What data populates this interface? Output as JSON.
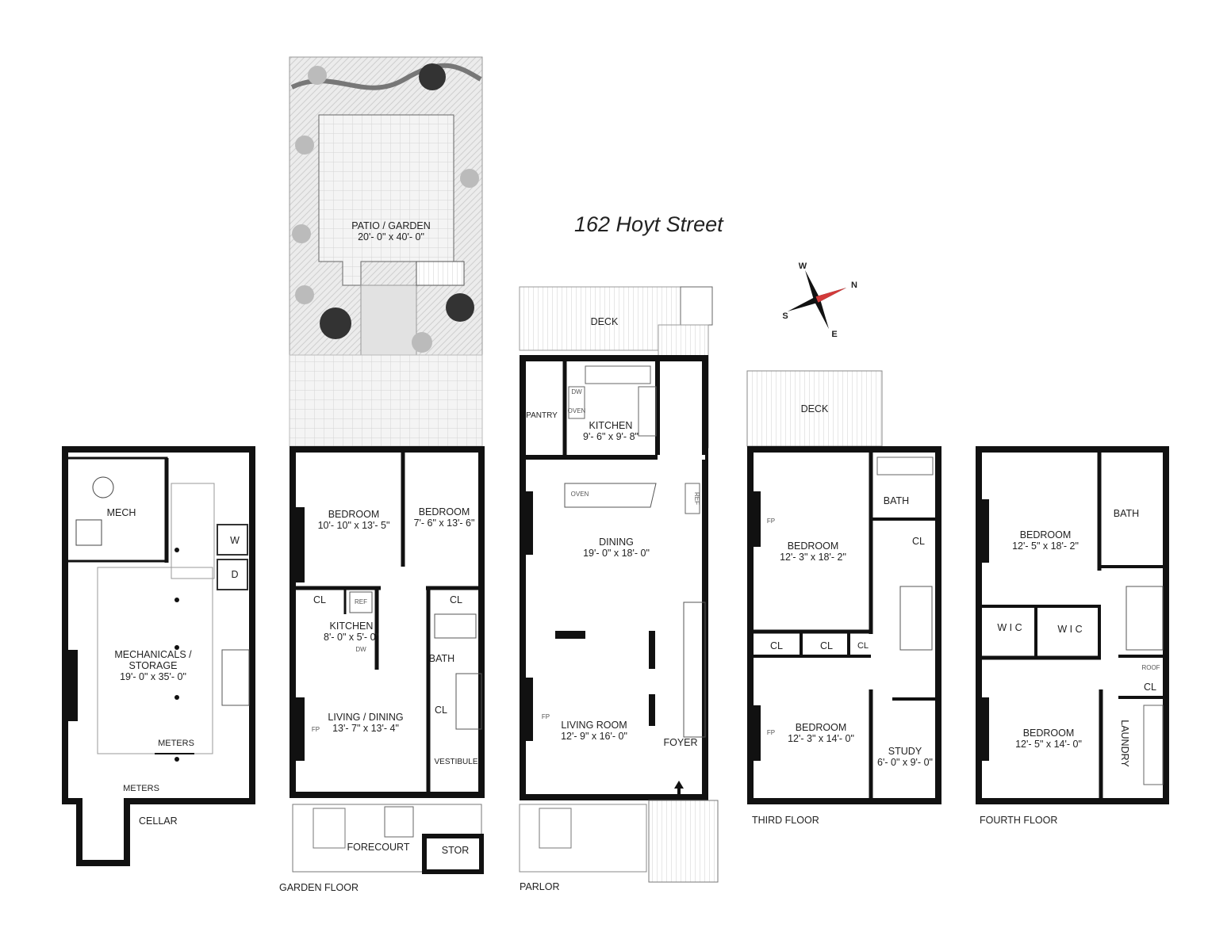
{
  "title": "162 Hoyt Street",
  "compass": {
    "w": "W",
    "n": "N",
    "s": "S",
    "e": "E",
    "accent": "#d23a3a"
  },
  "floors": {
    "cellar": {
      "label": "CELLAR",
      "rooms": [
        {
          "name": "MECH"
        },
        {
          "name": "MECHANICALS /",
          "name2": "STORAGE",
          "dim": "19'- 0\" x 35'- 0\""
        },
        {
          "name": "METERS"
        },
        {
          "name": "METERS"
        }
      ],
      "fixtures": {
        "washer": "W",
        "dryer": "D"
      }
    },
    "garden": {
      "label": "GARDEN FLOOR",
      "rooms": [
        {
          "name": "PATIO / GARDEN",
          "dim": "20'- 0\" x 40'- 0\""
        },
        {
          "name": "BEDROOM",
          "dim": "10'- 10\" x 13'- 5\""
        },
        {
          "name": "BEDROOM",
          "dim": "7'- 6\" x 13'- 6\""
        },
        {
          "name": "CL"
        },
        {
          "name": "CL"
        },
        {
          "name": "KITCHEN",
          "dim": "8'- 0\" x 5'- 0\""
        },
        {
          "name": "BATH"
        },
        {
          "name": "CL"
        },
        {
          "name": "LIVING / DINING",
          "dim": "13'- 7\" x 13'- 4\""
        },
        {
          "name": "VESTIBULE"
        },
        {
          "name": "FORECOURT"
        },
        {
          "name": "STOR"
        }
      ],
      "fixtures": {
        "ref": "REF",
        "dw": "DW",
        "fp": "FP"
      }
    },
    "parlor": {
      "label": "PARLOR",
      "rooms": [
        {
          "name": "DECK"
        },
        {
          "name": "PANTRY"
        },
        {
          "name": "KITCHEN",
          "dim": "9'- 6\" x 9'- 8\""
        },
        {
          "name": "DINING",
          "dim": "19'- 0\" x 18'- 0\""
        },
        {
          "name": "LIVING ROOM",
          "dim": "12'- 9\" x 16'- 0\""
        },
        {
          "name": "FOYER"
        }
      ],
      "fixtures": {
        "dw": "DW",
        "oven": "OVEN",
        "oven2": "OVEN",
        "ref": "REF",
        "fp": "FP"
      }
    },
    "third": {
      "label": "THIRD FLOOR",
      "rooms": [
        {
          "name": "DECK"
        },
        {
          "name": "BEDROOM",
          "dim": "12'- 3\" x 18'- 2\""
        },
        {
          "name": "BATH"
        },
        {
          "name": "CL"
        },
        {
          "name": "CL"
        },
        {
          "name": "CL"
        },
        {
          "name": "CL"
        },
        {
          "name": "BEDROOM",
          "dim": "12'- 3\" x 14'- 0\""
        },
        {
          "name": "STUDY",
          "dim": "6'- 0\" x 9'- 0\""
        }
      ],
      "fixtures": {
        "fp": "FP",
        "fp2": "FP"
      }
    },
    "fourth": {
      "label": "FOURTH  FLOOR",
      "rooms": [
        {
          "name": "BEDROOM",
          "dim": "12'- 5\" x 18'- 2\""
        },
        {
          "name": "BATH"
        },
        {
          "name": "W I C"
        },
        {
          "name": "W I C"
        },
        {
          "name": "CL"
        },
        {
          "name": "BEDROOM",
          "dim": "12'- 5\" x 14'- 0\""
        },
        {
          "name": "LAUNDRY"
        }
      ],
      "fixtures": {
        "roof": "ROOF"
      }
    }
  }
}
